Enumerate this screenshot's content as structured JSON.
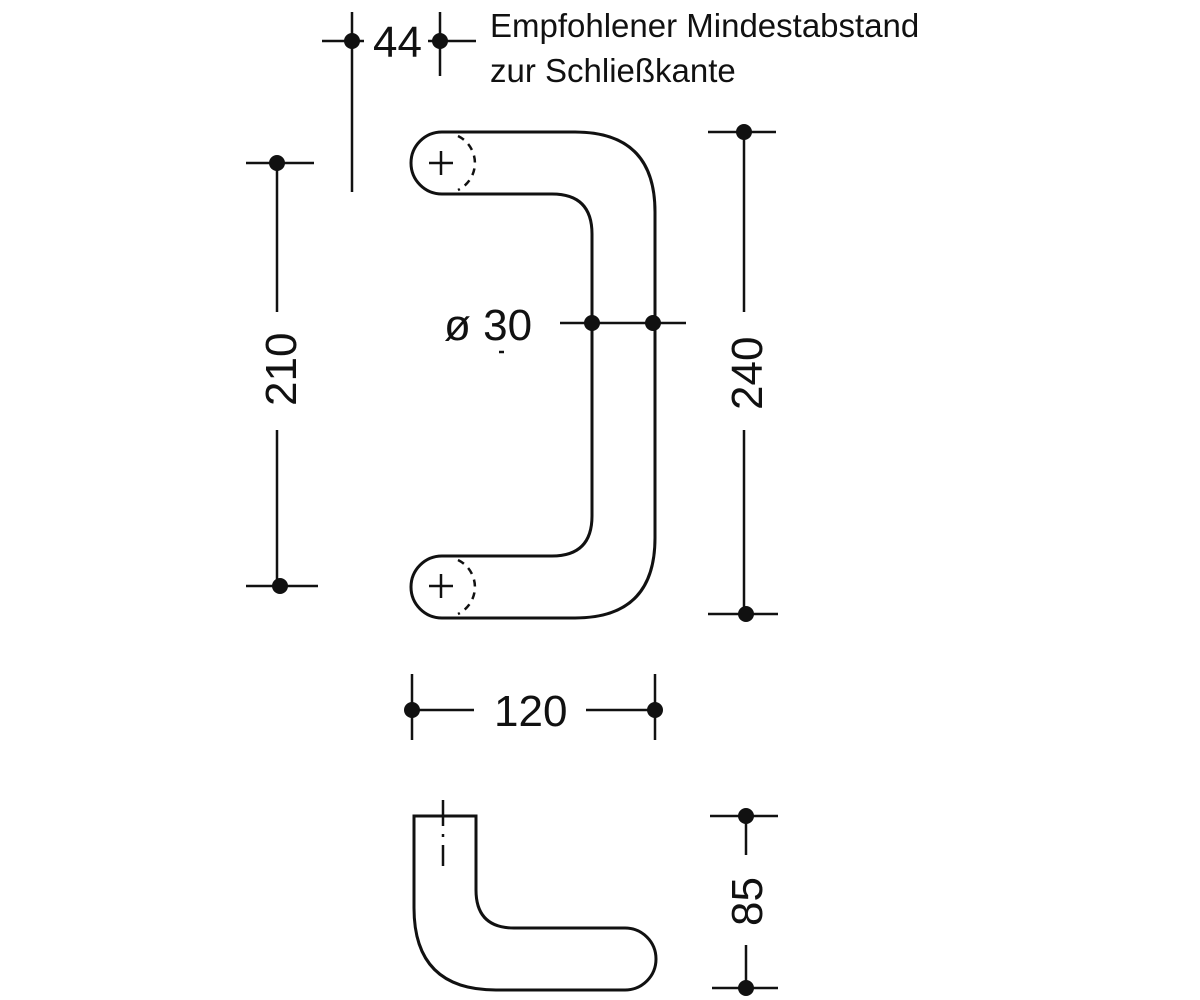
{
  "note": {
    "line1": "Empfohlener Mindestabstand",
    "line2": "zur Schließkante"
  },
  "dimensions": {
    "edge_distance": "44",
    "mounting_distance": "210",
    "overall_height": "240",
    "diameter": "ø 30",
    "depth": "120",
    "projection": "85"
  }
}
